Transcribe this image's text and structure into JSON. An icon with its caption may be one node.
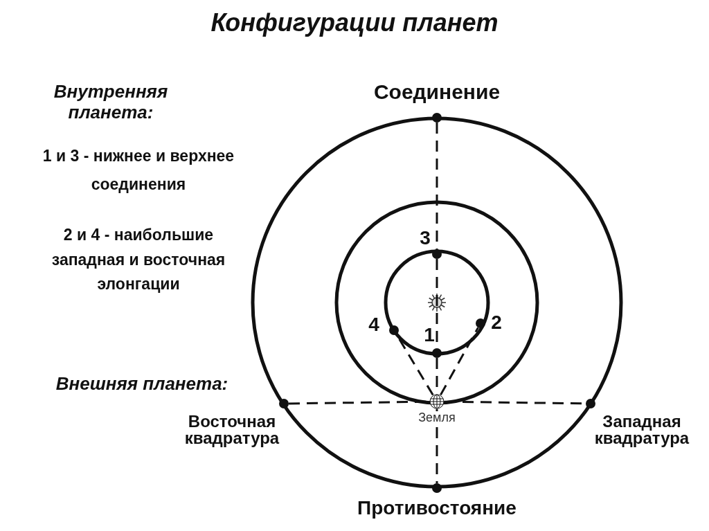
{
  "diagram": {
    "title": "Конфигурации планет",
    "nodes": [
      {
        "text": [],
        "shape": "circle",
        "beside": [
          "Соединение"
        ]
      },
      {
        "text": [],
        "shape": "circle",
        "beside": [
          "3"
        ]
      },
      {
        "text": [],
        "shape": "circle",
        "beside": [
          "4"
        ]
      },
      {
        "text": [],
        "shape": "circle",
        "beside": [
          "2"
        ]
      },
      {
        "text": [],
        "shape": "circle",
        "beside": [
          "1"
        ]
      },
      {
        "text": [],
        "shape": "circle",
        "beside": [
          "Восточная квадратура"
        ]
      },
      {
        "text": [],
        "shape": "circle",
        "beside": [
          "Земля"
        ]
      },
      {
        "text": [],
        "shape": "circle",
        "beside": [
          "Западная квадратура"
        ]
      },
      {
        "text": [],
        "shape": "circle",
        "beside": [
          "Противостояние"
        ]
      }
    ],
    "edges": [
      {
        "from": 0,
        "to": 1,
        "arrow": "none",
        "style": "dashed"
      },
      {
        "from": 1,
        "to": 4,
        "arrow": "none",
        "style": "dashed"
      },
      {
        "from": 4,
        "to": 6,
        "arrow": "none",
        "style": "dashed"
      },
      {
        "from": 6,
        "to": 8,
        "arrow": "none",
        "style": "dashed"
      },
      {
        "from": 5,
        "to": 6,
        "arrow": "none",
        "style": "dashed"
      },
      {
        "from": 6,
        "to": 7,
        "arrow": "none",
        "style": "dashed"
      },
      {
        "from": 6,
        "to": 2,
        "arrow": "none",
        "style": "dashed"
      },
      {
        "from": 6,
        "to": 3,
        "arrow": "none",
        "style": "dashed"
      }
    ],
    "labels": [
      "Внутренняя планета:",
      "1 и 3 - нижнее и верхнее соединения",
      "2 и 4 - наибольшие западная и восточная элонгации",
      "Внешняя планета:"
    ]
  }
}
